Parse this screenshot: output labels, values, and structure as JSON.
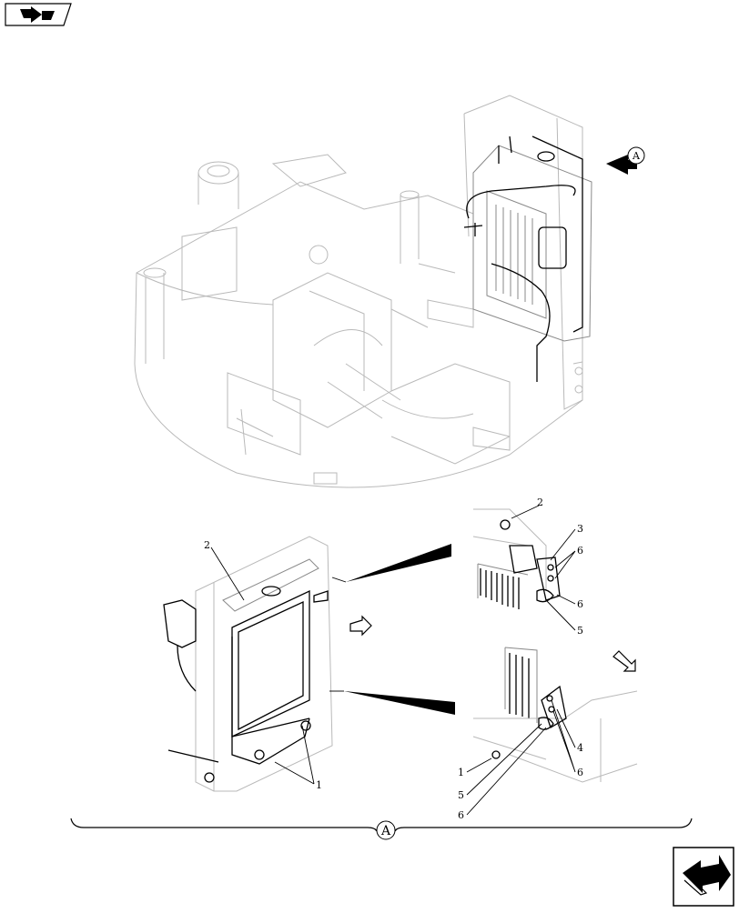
{
  "header_icon": {
    "name": "book-arrow-icon"
  },
  "footer_icon": {
    "name": "next-page-arrow-icon"
  },
  "view_ref": {
    "top": "A",
    "bottom": "A"
  },
  "callouts": {
    "c2_left": "2",
    "c1_bottom": "1",
    "c2_detail": "2",
    "c3": "3",
    "c6_a": "6",
    "c6_b": "6",
    "c5_a": "5",
    "c4": "4",
    "c6_c": "6",
    "c1_detail": "1",
    "c5_b": "5",
    "c6_d": "6"
  }
}
